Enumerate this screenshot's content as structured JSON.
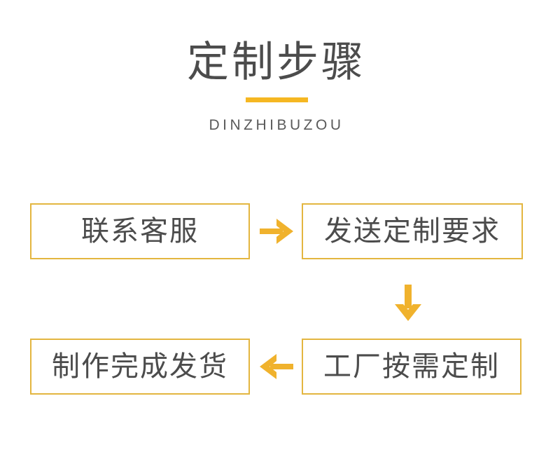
{
  "page": {
    "background_color": "#ffffff"
  },
  "header": {
    "title": "定制步骤",
    "subtitle": "DINZHIBUZOU",
    "divider": {
      "name": "title-divider",
      "color": "#f5b722"
    },
    "title_color": "#4c4c4c",
    "subtitle_color": "#5a5a5a"
  },
  "theme": {
    "accent_color": "#f5b722",
    "border_color": "#e3b640",
    "text_color": "#4c4c4c"
  },
  "flow": {
    "steps": [
      {
        "id": "step-1",
        "label": "联系客服",
        "order": 1
      },
      {
        "id": "step-2",
        "label": "发送定制要求",
        "order": 2
      },
      {
        "id": "step-3",
        "label": "工厂按需定制",
        "order": 3
      },
      {
        "id": "step-4",
        "label": "制作完成发货",
        "order": 4
      }
    ],
    "connectors": [
      {
        "id": "connector-1",
        "icon": "arrow-right-icon",
        "direction": "right",
        "from": "step-1",
        "to": "step-2",
        "color": "#f0b22d"
      },
      {
        "id": "connector-2",
        "icon": "arrow-down-icon",
        "direction": "down",
        "from": "step-2",
        "to": "step-3",
        "color": "#f0b22d"
      },
      {
        "id": "connector-3",
        "icon": "arrow-left-icon",
        "direction": "left",
        "from": "step-3",
        "to": "step-4",
        "color": "#f0b22d"
      }
    ]
  }
}
